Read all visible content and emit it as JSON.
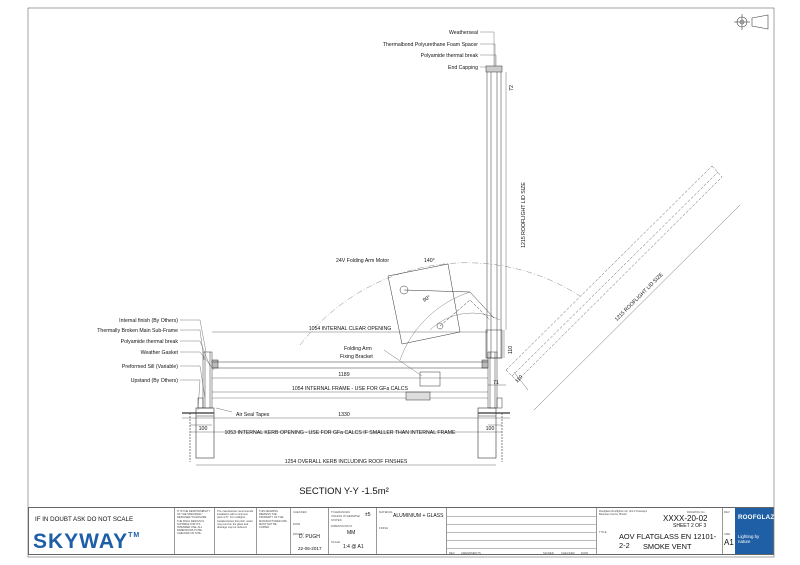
{
  "drawing": {
    "title": "SECTION Y-Y -1.5m²",
    "labels_left": [
      "Internal finish (By Others)",
      "Thermally Broken Main Sub-Frame",
      "Polyamide thermal break",
      "Weather Gasket",
      "Preformed Sill (Variable)",
      "Upstand (By Others)"
    ],
    "labels_top": [
      "Weatherseal",
      "Thermalbond Polyurethane Foam Spacer",
      "Polyamide thermal break",
      "End Capping"
    ],
    "labels_misc": {
      "motor": "24V Folding Arm Motor",
      "bracket_1": "Folding Arm",
      "bracket_2": "Fixing Bracket",
      "air_seal": "Air Seal Tapes",
      "angle_open": "140°",
      "angle_90": "90°"
    },
    "dimensions": {
      "internal_clear": "1054 INTERNAL CLEAR OPENING",
      "d1189": "1189",
      "internal_frame": "1054 INTERNAL FRAME - USE FOR GFa CALCS",
      "d1330": "1330",
      "kerb_opening": "1053  INTERNAL KERB OPENING - USE FOR GFa CALCS IF SMALLER THAN INTERNAL FRAME",
      "overall": "1254 OVERALL KERB INCLUDING ROOF FINSHES",
      "d100_left": "100",
      "d100_right": "100",
      "d71": "71",
      "d72": "72",
      "d110_a": "110",
      "d110_b": "110",
      "lid_vertical": "1215 ROOFLIGHT LID SIZE",
      "lid_angled": "1215 ROOFLIGHT LID SIZE"
    }
  },
  "title_block": {
    "warning": "IF IN DOUBT ASK DO NOT SCALE",
    "brand": "SKYWAY",
    "brand_mark": "TM",
    "note_1": "IT IS THE RESPONSIBILITY OF THE SPECIFIER / DESIGNER TO ENSURE THE FINAL DESIGN IS SUITABLE FOR ITS INTENDED USE. ALL DIMENSIONS TO BE CHECKED ON SITE.",
    "note_2": "The manufacturer recommends installation with a minimum pitch of 5°. For rooflights installed below this pitch, water may pond on the glass and drainage may be reduced.",
    "note_3": "THIS DRAWING REMAINS THE PROPERTY OF THE MANUFACTURER AND MUST NOT BE COPIED.",
    "checked_label": "CHECKED",
    "date_label": "DATE",
    "drawn_label": "DRAWN",
    "drawn_by": "D. PUGH",
    "drawn_date": "22-06-2017",
    "tolerances_label": "TOLERANCES UNLESS OTHERWISE STATED",
    "tolerance": "±5",
    "dimensions_label": "DIMENSIONS IN",
    "units": "MM",
    "scale_label": "SCALE",
    "scale": "1:4 @ A1",
    "material_label": "MATERIAL",
    "material": "ALUMINIUM + GLASS",
    "finish_label": "FINISH",
    "rev_headers": [
      "REV",
      "AMENDMENTS",
      "SIGNED",
      "CHECKED",
      "DATE"
    ],
    "company": "Roofglaze Rooflights Ltd, Unit 2 Fiveways Business Centre, Bristol",
    "drawing_number_label": "DRAWING No.",
    "drawing_number": "XXXX-20-02",
    "sheet": "SHEET 2 OF 3",
    "title_label": "TITLE",
    "title_1": "AOV FLATGLASS EN 12101-2-2",
    "title_2": "SMOKE VENT",
    "size_label": "SIZE",
    "size": "A1",
    "rev_label": "REV",
    "logo": "ROOFGLAZE",
    "logo_tag": "Lighting by nature"
  },
  "colors": {
    "line": "#333333",
    "brand_blue": "#1e5ea8",
    "logo_bg": "#1f5fa6"
  }
}
